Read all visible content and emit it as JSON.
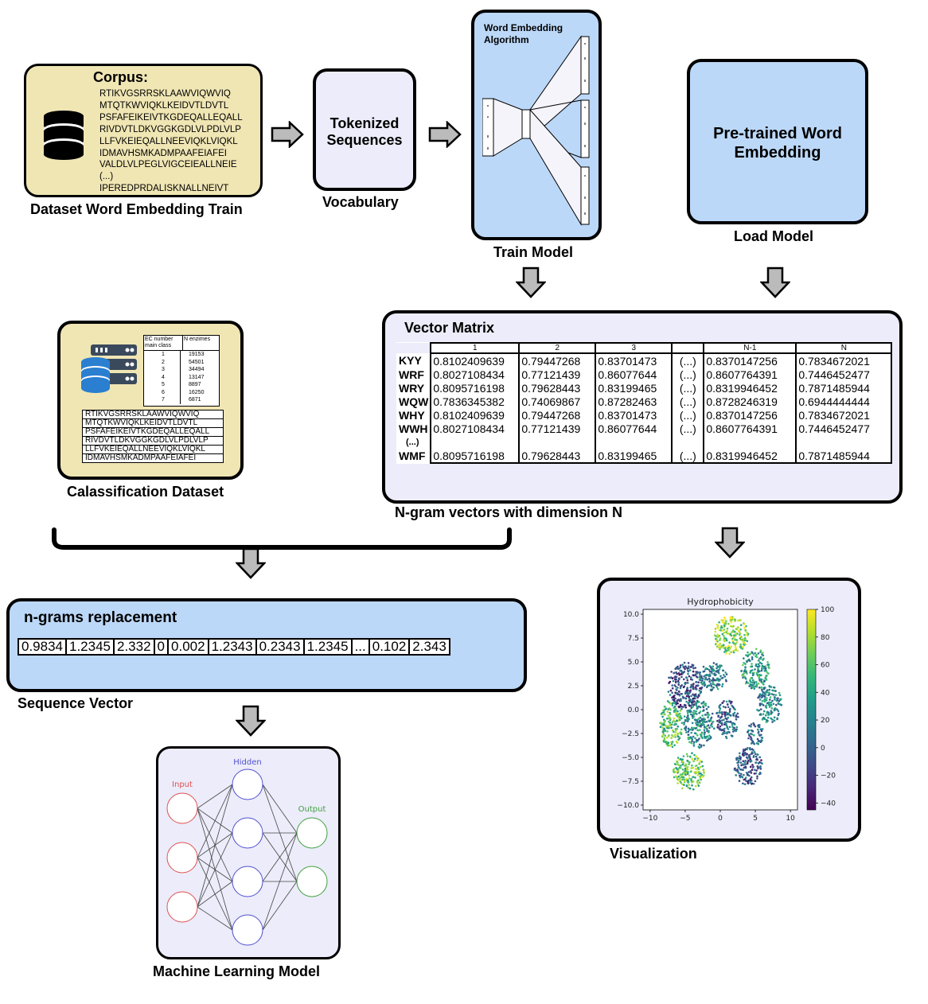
{
  "dataset": {
    "corpus_title": "Corpus:",
    "corpus_lines": [
      "RTIKVGSRRSKLAAWVIQWVIQ",
      "MTQTKWVIQKLKEIDVTLDVTL",
      "PSFAFEIKEIVTKGDEQALLEQALL",
      "RIVDVTLDKVGGKGDLVLPDLVLP",
      "LLFVKEIEQALLNEEVIQKLVIQKL",
      "IDMAVHSMKADMPAAFEIAFEI",
      "VALDLVLPEGLVIGCEIEALLNEIE",
      "(...)",
      "IPEREDPRDALISKNALLNEIVT"
    ],
    "caption": "Dataset Word Embedding Train",
    "icon": "database-icon"
  },
  "vocabulary": {
    "label": "Tokenized Sequences",
    "caption": "Vocabulary"
  },
  "train_model": {
    "label": "Word Embedding Algorithm",
    "caption": "Train Model"
  },
  "load_model": {
    "label": "Pre-trained Word Embedding",
    "caption": "Load Model"
  },
  "classification": {
    "caption": "Calassification Dataset",
    "table_headers": [
      "EC number main class",
      "N enzimes"
    ],
    "table_rows": [
      [
        "1",
        "19153"
      ],
      [
        "2",
        "54501"
      ],
      [
        "3",
        "34494"
      ],
      [
        "4",
        "13147"
      ],
      [
        "5",
        "8897"
      ],
      [
        "6",
        "16250"
      ],
      [
        "7",
        "6871"
      ]
    ],
    "sequences": [
      "RTIKVGSRRSKLAAWVIQWVIQ",
      "MTQTKWVIQKLKEIDVTLDVTL",
      "PSFAFEIKEIVTKGDEQALLEQALL",
      "RIVDVTLDKVGGKGDLVLPDLVLP",
      "LLFVKEIEQALLNEEVIQKLVIQKL",
      "IDMAVHSMKADMPAAFEIAFEI"
    ],
    "icon": "server-database-icon"
  },
  "vector_matrix": {
    "title": "Vector Matrix",
    "caption": "N-gram vectors with dimension N",
    "columns": [
      "1",
      "2",
      "3",
      "",
      "N-1",
      "N"
    ],
    "rows": [
      {
        "label": "KYY",
        "values": [
          "0.8102409639",
          "0.79447268",
          "0.83701473",
          "(...)",
          "0.8370147256",
          "0.7834672021"
        ]
      },
      {
        "label": "WRF",
        "values": [
          "0.8027108434",
          "0.77121439",
          "0.86077644",
          "(...)",
          "0.8607764391",
          "0.7446452477"
        ]
      },
      {
        "label": "WRY",
        "values": [
          "0.8095716198",
          "0.79628443",
          "0.83199465",
          "(...)",
          "0.8319946452",
          "0.7871485944"
        ]
      },
      {
        "label": "WQW",
        "values": [
          "0.7836345382",
          "0.74069867",
          "0.87282463",
          "(...)",
          "0.8728246319",
          "0.6944444444"
        ]
      },
      {
        "label": "WHY",
        "values": [
          "0.8102409639",
          "0.79447268",
          "0.83701473",
          "(...)",
          "0.8370147256",
          "0.7834672021"
        ]
      },
      {
        "label": "WWH",
        "values": [
          "0.8027108434",
          "0.77121439",
          "0.86077644",
          "(...)",
          "0.8607764391",
          "0.7446452477"
        ]
      },
      {
        "label": "(...)",
        "values": [
          "",
          "",
          "",
          "",
          "",
          ""
        ]
      },
      {
        "label": "WMF",
        "values": [
          "0.8095716198",
          "0.79628443",
          "0.83199465",
          "(...)",
          "0.8319946452",
          "0.7871485944"
        ]
      }
    ]
  },
  "ngrams": {
    "title": "n-grams replacement",
    "caption": "Sequence Vector",
    "values": [
      "0.9834",
      "1.2345",
      "2.332",
      "0",
      "0.002",
      "1.2343",
      "0.2343",
      "1.2345",
      "...",
      "0.102",
      "2.343"
    ]
  },
  "ml_model": {
    "caption": "Machine Learning Model",
    "layer_labels": {
      "input": "Input",
      "hidden": "Hidden",
      "output": "Output"
    },
    "layer_sizes": [
      3,
      4,
      2
    ],
    "colors": {
      "input": "#e05050",
      "hidden": "#5050d0",
      "output": "#40a040"
    }
  },
  "visualization": {
    "caption": "Visualization",
    "chart_data": {
      "type": "scatter",
      "title": "Hydrophobicity",
      "xlabel": "",
      "ylabel": "",
      "xlim": [
        -11,
        11
      ],
      "ylim": [
        -10.5,
        10.5
      ],
      "x_ticks": [
        "−10",
        "−5",
        "0",
        "5",
        "10"
      ],
      "y_ticks": [
        "10.0",
        "7.5",
        "5.0",
        "2.5",
        "0.0",
        "−2.5",
        "−5.0",
        "−7.5",
        "−10.0"
      ],
      "colorbar_ticks": [
        "100",
        "80",
        "60",
        "40",
        "20",
        "0",
        "−20",
        "−40"
      ],
      "colorbar_range": [
        -45,
        100
      ],
      "colormap": "viridis",
      "clusters": [
        {
          "cx": 1.5,
          "cy": 7.8,
          "rx": 2.5,
          "ry": 2.0,
          "value": 75
        },
        {
          "cx": 5.0,
          "cy": 4.2,
          "rx": 2.0,
          "ry": 2.2,
          "value": 35
        },
        {
          "cx": -5.0,
          "cy": 2.5,
          "rx": 2.5,
          "ry": 2.5,
          "value": -10
        },
        {
          "cx": -1.0,
          "cy": 3.5,
          "rx": 2.0,
          "ry": 1.5,
          "value": 15
        },
        {
          "cx": -7.0,
          "cy": -1.5,
          "rx": 1.6,
          "ry": 2.5,
          "value": 55
        },
        {
          "cx": -3.0,
          "cy": -1.5,
          "rx": 2.2,
          "ry": 2.5,
          "value": 25
        },
        {
          "cx": 1.0,
          "cy": -1.0,
          "rx": 1.6,
          "ry": 2.0,
          "value": 0
        },
        {
          "cx": 7.0,
          "cy": 0.5,
          "rx": 1.8,
          "ry": 2.0,
          "value": 20
        },
        {
          "cx": -4.5,
          "cy": -6.5,
          "rx": 2.2,
          "ry": 2.0,
          "value": 60
        },
        {
          "cx": 4.0,
          "cy": -6.0,
          "rx": 2.0,
          "ry": 2.0,
          "value": -5
        },
        {
          "cx": 5.0,
          "cy": -2.5,
          "rx": 1.2,
          "ry": 1.2,
          "value": 5
        }
      ]
    }
  }
}
